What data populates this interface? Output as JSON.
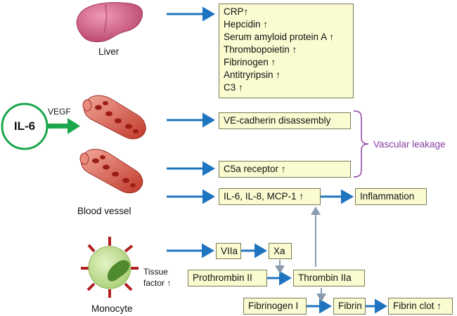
{
  "il6": {
    "label": "IL-6",
    "vegf": "VEGF"
  },
  "organs": {
    "liver": "Liver",
    "blood_vessel": "Blood vessel",
    "monocyte": "Monocyte",
    "tissue_factor_line1": "Tissue",
    "tissue_factor_line2": "factor ↑"
  },
  "liver_products": [
    "CRP↑",
    "Hepcidin ↑",
    "Serum amyloid protein A ↑",
    "Thrombopoietin ↑",
    "Fibrinogen ↑",
    "Antitryripsin ↑",
    "C3 ↑"
  ],
  "vascular": {
    "ve_cadherin": "VE-cadherin disassembly",
    "c5a": "C5a receptor ↑",
    "leakage": "Vascular leakage"
  },
  "inflammation": {
    "cytokines": "IL-6, IL-8, MCP-1 ↑",
    "result": "Inflammation"
  },
  "coagulation": {
    "viia": "VIIa",
    "xa": "Xa",
    "prothrombin": "Prothrombin II",
    "thrombin": "Thrombin IIa",
    "fibrinogen": "Fibrinogen I",
    "fibrin": "Fibrin",
    "clot": "Fibrin clot ↑"
  },
  "colors": {
    "arrow_blue": "#1f74c0",
    "arrow_gray": "#8a9bb0",
    "il6_green": "#1aa64a",
    "brace_purple": "#8a3fa3",
    "box_fill": "#fbfbd2",
    "liver": "#cc5f86",
    "vessel": "#d9544a",
    "cell_green": "#c7e39a"
  }
}
